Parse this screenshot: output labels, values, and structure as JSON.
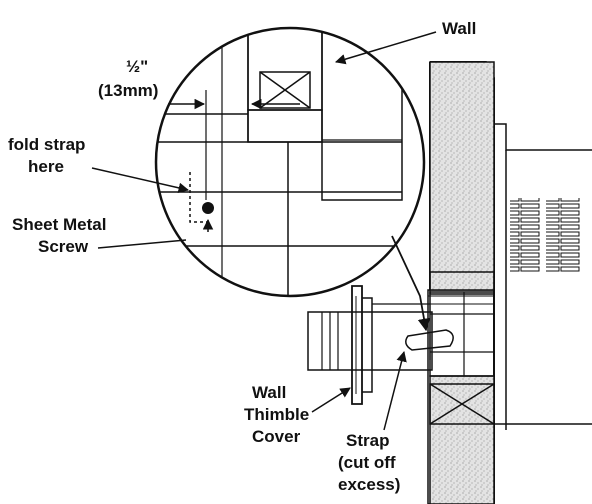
{
  "labels": {
    "wall": "Wall",
    "dimension_line1": "½\"",
    "dimension_line2": "(13mm)",
    "fold_strap_line1": "fold strap",
    "fold_strap_line2": "here",
    "sheet_metal_line1": "Sheet Metal",
    "sheet_metal_line2": "Screw",
    "wall_thimble_line1": "Wall",
    "wall_thimble_line2": "Thimble",
    "wall_thimble_line3": "Cover",
    "strap_line1": "Strap",
    "strap_line2": "(cut off",
    "strap_line3": "excess)"
  },
  "colors": {
    "ink": "#111111",
    "insulation": "#d9d9d9",
    "paper": "#ffffff"
  }
}
